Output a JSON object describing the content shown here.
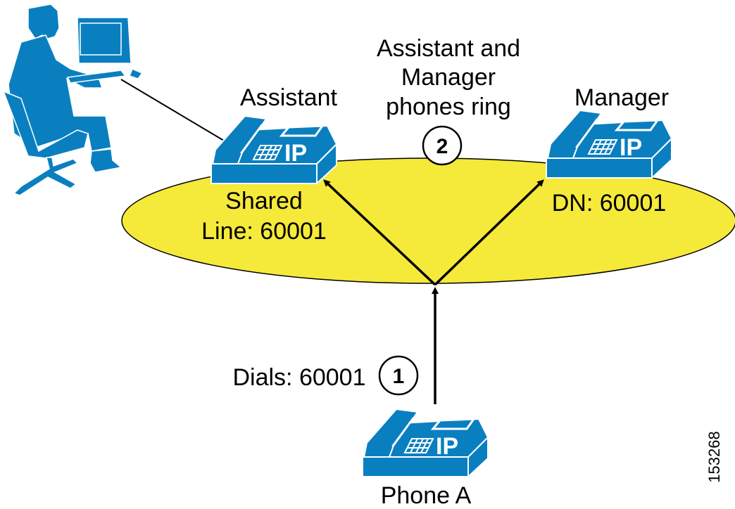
{
  "colors": {
    "device_blue": "#0a7fc0",
    "zone_yellow": "#f5e93a",
    "ink": "#000000"
  },
  "icons": [
    "person-at-workstation-icon",
    "ip-phone-icon"
  ],
  "phone_badge": "IP",
  "assistant": {
    "title": "Assistant",
    "line1": "Shared",
    "line2": "Line: 60001"
  },
  "manager": {
    "title": "Manager",
    "dn": "DN: 60001"
  },
  "ring_note": {
    "line1": "Assistant and",
    "line2": "Manager",
    "line3": "phones ring"
  },
  "step2": "2",
  "step1": "1",
  "dials": "Dials: 60001",
  "phone_a": "Phone A",
  "figure_id": "153268"
}
